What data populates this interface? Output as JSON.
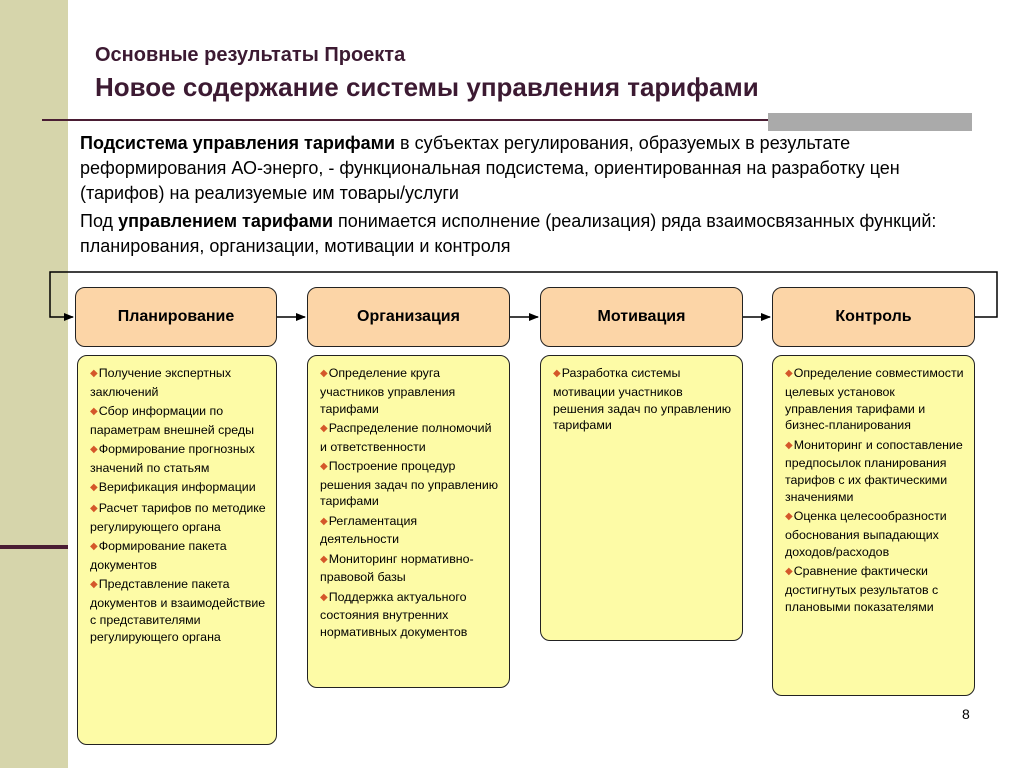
{
  "header": {
    "title": "Основные результаты Проекта",
    "subtitle": "Новое содержание системы управления тарифами"
  },
  "intro": {
    "p1_bold": "Подсистема управления тарифами",
    "p1_rest": " в субъектах регулирования, образуемых в результате реформирования АО-энерго, -  функциональная подсистема, ориентированная на разработку цен (тарифов) на реализуемые им товары/услуги",
    "p2_start": "Под ",
    "p2_bold": "управлением тарифами",
    "p2_rest": " понимается исполнение (реализация) ряда взаимосвязанных функций: планирования, организации, мотивации и контроля"
  },
  "functions": [
    {
      "label": "Планирование",
      "items": [
        "Получение экспертных заключений",
        "Сбор информации по параметрам внешней среды",
        "Формирование прогнозных значений по статьям",
        "Верификация информации",
        "Расчет тарифов по методике регулирующего органа",
        "Формирование пакета документов",
        "Представление пакета документов и взаимодействие с представителями регулирующего органа"
      ]
    },
    {
      "label": "Организация",
      "items": [
        "Определение круга участников управления тарифами",
        "Распределение полномочий и ответственности",
        "Построение процедур решения задач по управлению тарифами",
        "Регламентация деятельности",
        "Мониторинг нормативно-правовой базы",
        "Поддержка актуального состояния внутренних нормативных документов"
      ]
    },
    {
      "label": "Мотивация",
      "items": [
        "Разработка системы мотивации участников решения задач по управлению тарифами"
      ]
    },
    {
      "label": "Контроль",
      "items": [
        "Определение совместимости целевых установок управления тарифами и бизнес-планирования",
        "Мониторинг и сопоставление предпосылок планирования тарифов с их фактическими значениями",
        "Оценка целесообразности обоснования выпадающих доходов/расходов",
        "Сравнение фактически достигнутых результатов с плановыми показателями"
      ]
    }
  ],
  "page_number": "8"
}
